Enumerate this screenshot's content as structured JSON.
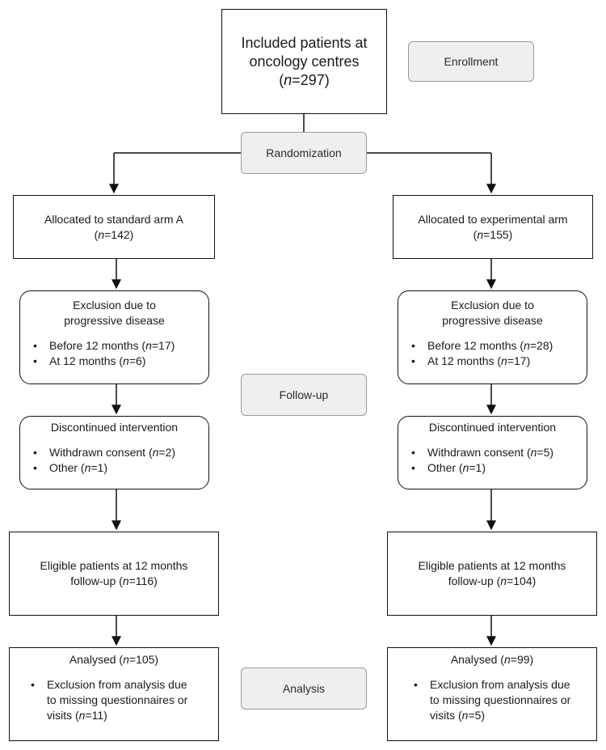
{
  "enrollment": {
    "box_line1": "Included patients at",
    "box_line2": "oncology centres",
    "n_prefix": "(",
    "n_var": "n",
    "n_value": "=297)"
  },
  "stages": {
    "enrollment": "Enrollment",
    "randomization": "Randomization",
    "follow_up": "Follow-up",
    "analysis": "Analysis"
  },
  "arm_a": {
    "allocated": {
      "title": "Allocated to standard arm A",
      "n": "=142)"
    },
    "exclusion": {
      "title_line1": "Exclusion due to",
      "title_line2": "progressive disease",
      "items": [
        {
          "text": "Before 12 months (",
          "n": "=17)"
        },
        {
          "text": "At 12 months (",
          "n": "=6)"
        }
      ]
    },
    "discontinued": {
      "title": "Discontinued intervention",
      "items": [
        {
          "text": "Withdrawn consent (",
          "n": "=2)"
        },
        {
          "text": "Other (",
          "n": "=1)"
        }
      ]
    },
    "eligible": {
      "line1": "Eligible patients at 12 months",
      "line2": "follow-up (",
      "n": "=116)"
    },
    "analysed": {
      "title": "Analysed (",
      "n": "=105)",
      "item_line1": "Exclusion from analysis due",
      "item_line2": "to missing questionnaires or",
      "item_line3": "visits (",
      "item_n": "=11)"
    }
  },
  "arm_b": {
    "allocated": {
      "title": "Allocated to experimental arm",
      "n": "=155)"
    },
    "exclusion": {
      "title_line1": "Exclusion due to",
      "title_line2": "progressive disease",
      "items": [
        {
          "text": "Before 12 months (",
          "n": "=28)"
        },
        {
          "text": "At 12 months (",
          "n": "=17)"
        }
      ]
    },
    "discontinued": {
      "title": "Discontinued intervention",
      "items": [
        {
          "text": "Withdrawn consent (",
          "n": "=5)"
        },
        {
          "text": "Other (",
          "n": "=1)"
        }
      ]
    },
    "eligible": {
      "line1": "Eligible patients at 12 months",
      "line2": "follow-up (",
      "n": "=104)"
    },
    "analysed": {
      "title": "Analysed (",
      "n": "=99)",
      "item_line1": "Exclusion from analysis due",
      "item_line2": "to missing questionnaires or",
      "item_line3": "visits (",
      "item_n": "=5)"
    }
  },
  "n_symbol": "n"
}
